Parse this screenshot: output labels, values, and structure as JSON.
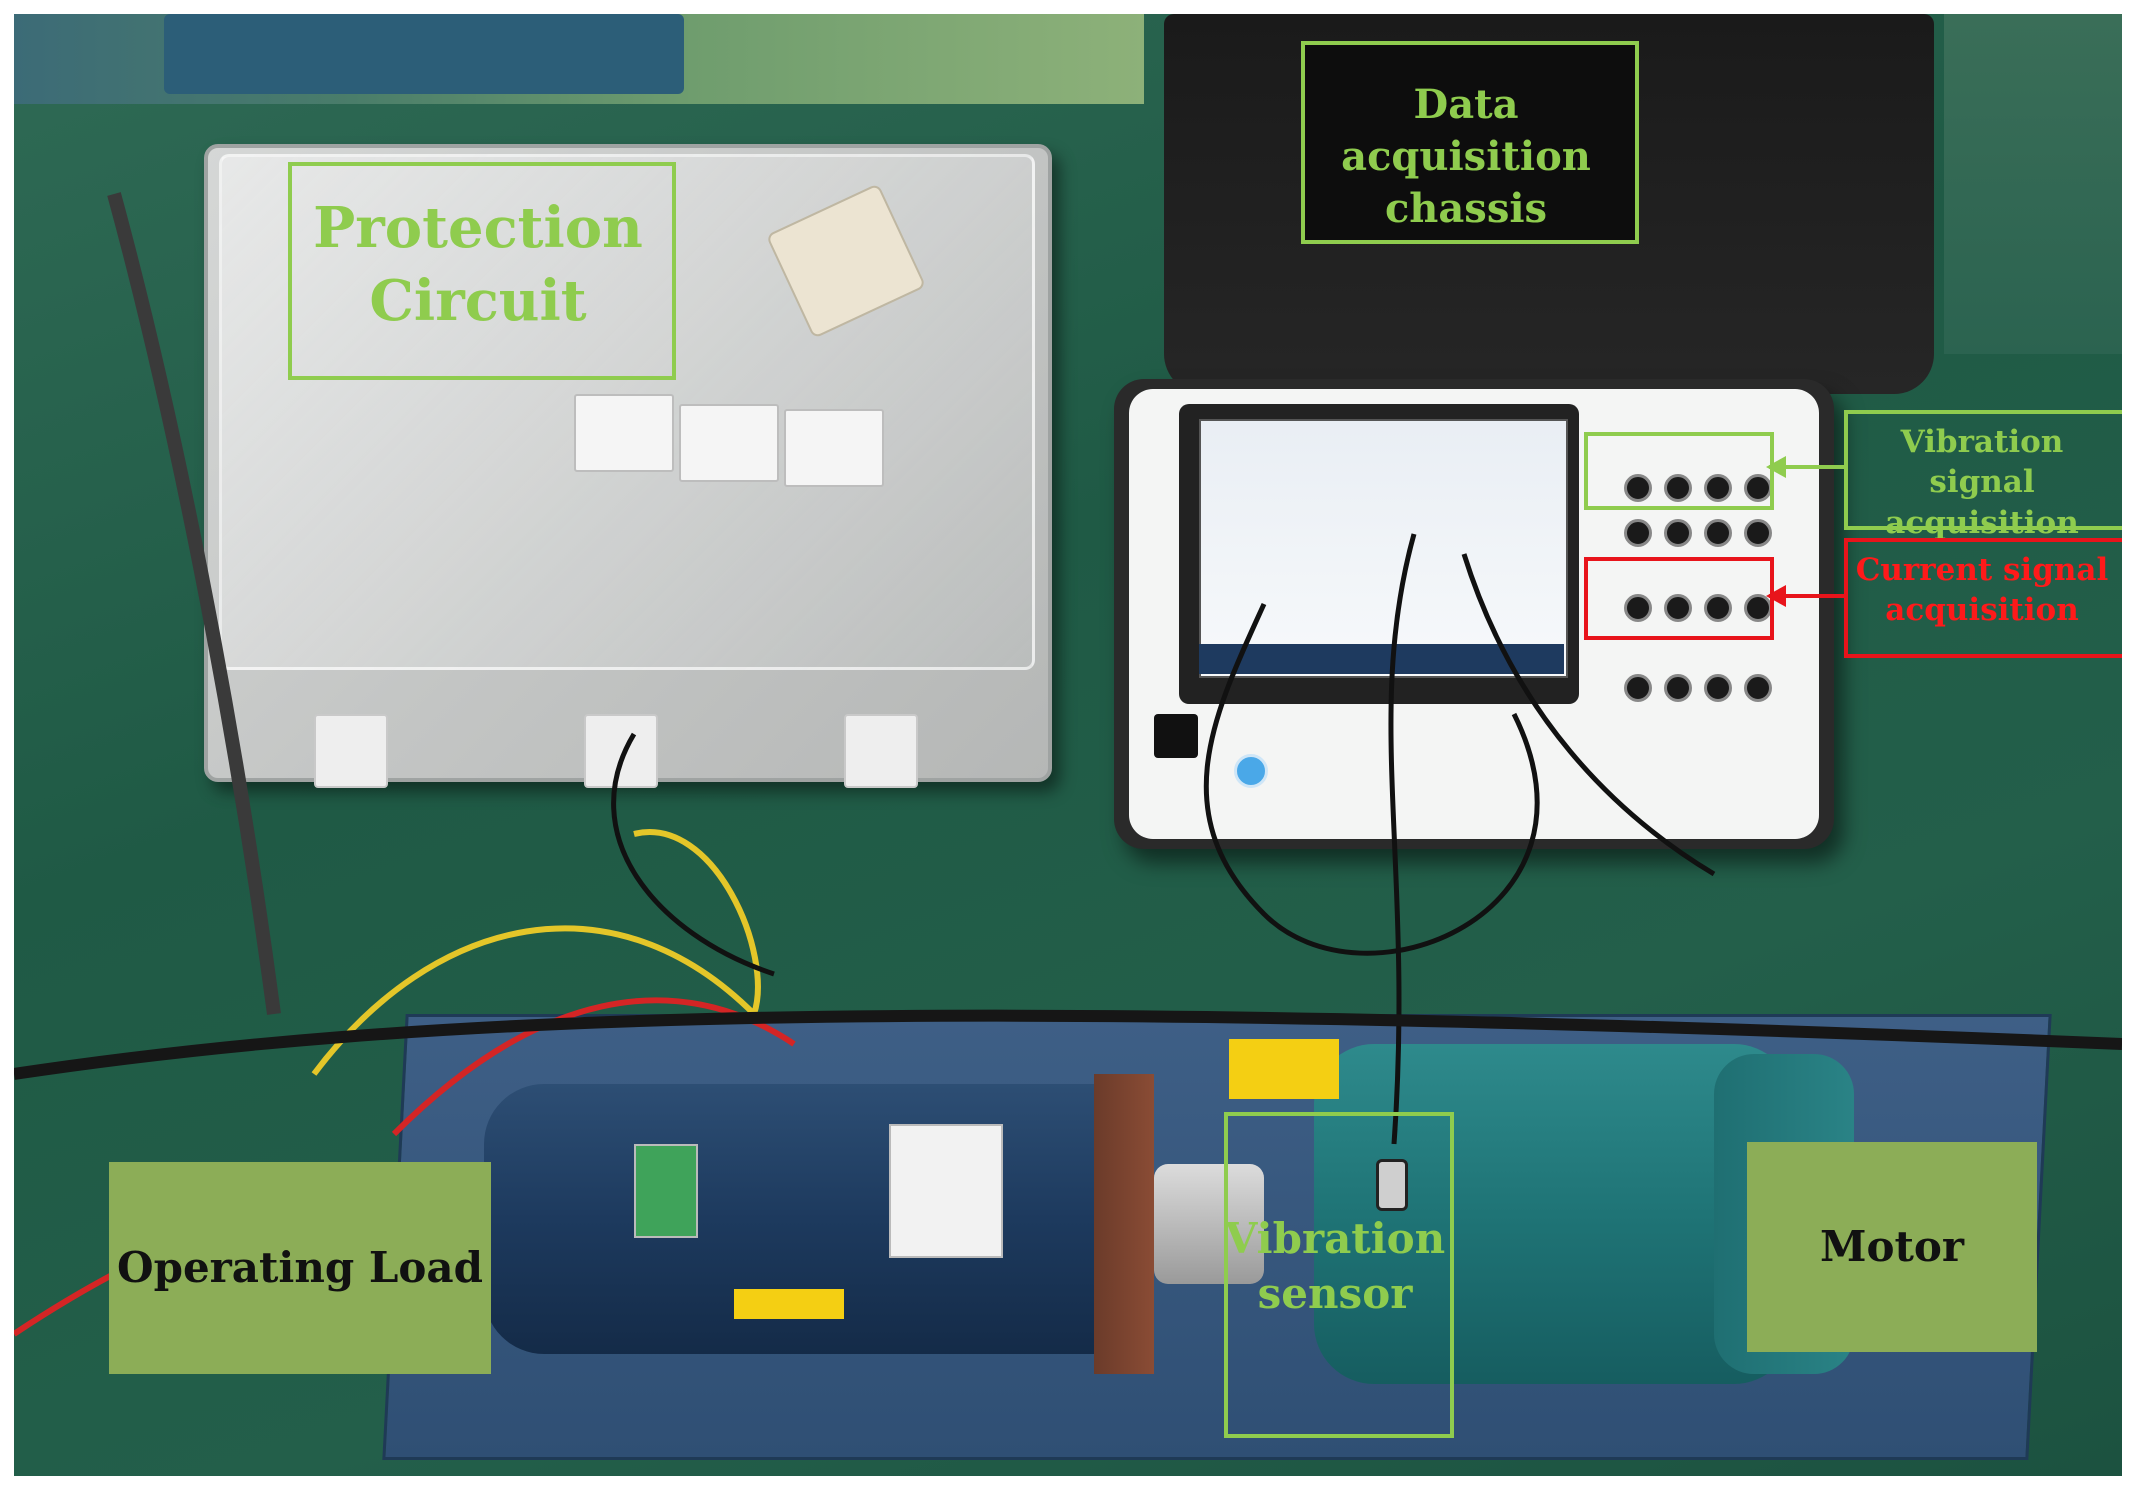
{
  "labels": {
    "protection_circuit": "Protection\nCircuit",
    "data_acquisition": "Data acquisition\nchassis",
    "vibration_acquisition": "Vibration signal\nacquisition",
    "current_acquisition": "Current signal\nacquisition",
    "operating_load": "Operating Load",
    "vibration_sensor": "Vibration\nsensor",
    "motor": "Motor"
  },
  "colors": {
    "label_green": "#8fcc4e",
    "label_red": "#e8141b",
    "tile_green": "#8cad57",
    "bench_floor": "#1f5a45"
  }
}
